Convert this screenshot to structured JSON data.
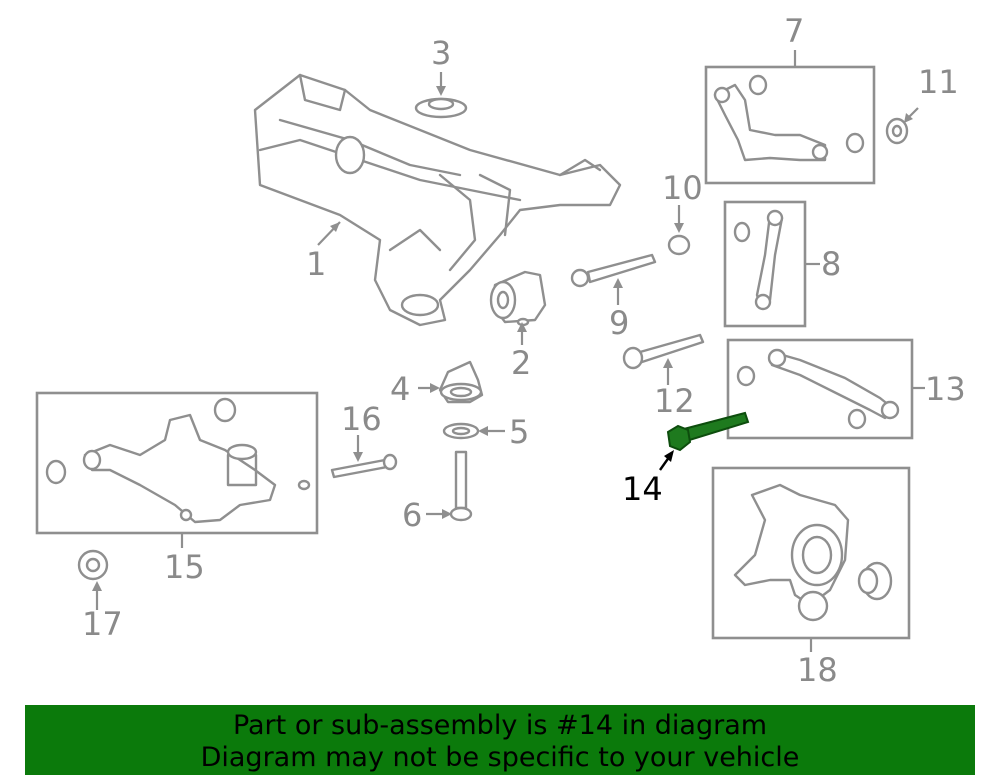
{
  "diagram": {
    "highlighted_part": "14",
    "highlight_color": "#1e7a1e",
    "callouts": [
      {
        "id": "c1",
        "label": "1"
      },
      {
        "id": "c2",
        "label": "2"
      },
      {
        "id": "c3",
        "label": "3"
      },
      {
        "id": "c4",
        "label": "4"
      },
      {
        "id": "c5",
        "label": "5"
      },
      {
        "id": "c6",
        "label": "6"
      },
      {
        "id": "c7",
        "label": "7"
      },
      {
        "id": "c8",
        "label": "8"
      },
      {
        "id": "c9",
        "label": "9"
      },
      {
        "id": "c10",
        "label": "10"
      },
      {
        "id": "c11",
        "label": "11"
      },
      {
        "id": "c12",
        "label": "12"
      },
      {
        "id": "c13",
        "label": "13"
      },
      {
        "id": "c14",
        "label": "14"
      },
      {
        "id": "c15",
        "label": "15"
      },
      {
        "id": "c16",
        "label": "16"
      },
      {
        "id": "c17",
        "label": "17"
      },
      {
        "id": "c18",
        "label": "18"
      }
    ]
  },
  "banner": {
    "line1": "Part or sub-assembly is #14 in diagram",
    "line2": "Diagram may not be specific to your vehicle",
    "background": "#0b7a0b"
  }
}
